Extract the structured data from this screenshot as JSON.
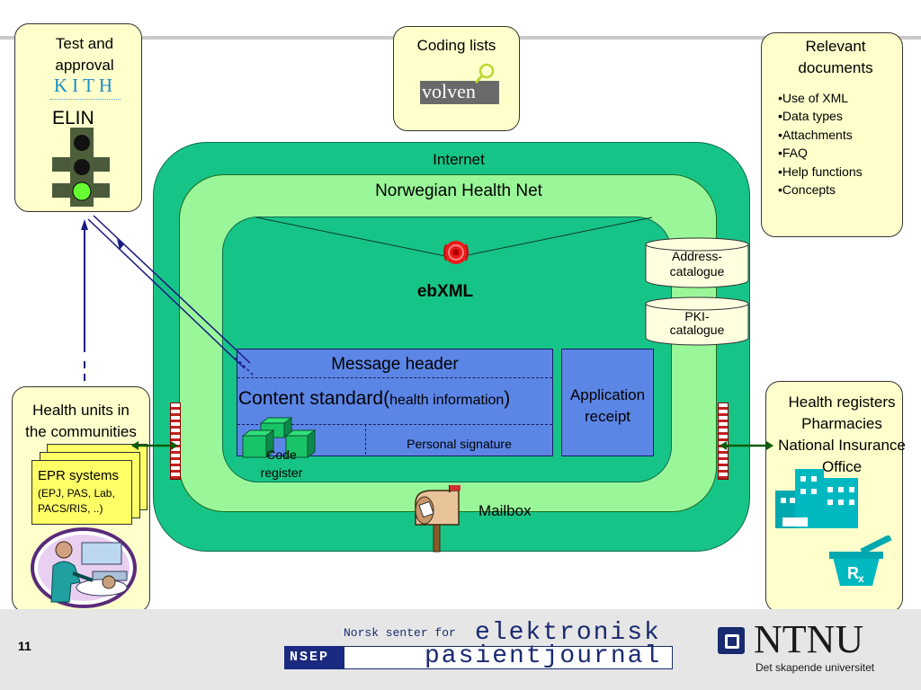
{
  "test_box": {
    "title": "Test and approval",
    "kith": "KITH",
    "elin": "ELIN"
  },
  "coding_box": {
    "title": "Coding lists",
    "logo_text": "volven"
  },
  "docs_box": {
    "title": "Relevant documents",
    "items": [
      "•Use of XML",
      "•Data types",
      "•Attachments",
      "•FAQ",
      "•Help functions",
      "•Concepts"
    ]
  },
  "network": {
    "internet": "Internet",
    "health_net": "Norwegian Health Net",
    "ebxml": "ebXML",
    "address_catalogue": [
      "Address-",
      "catalogue"
    ],
    "pki_catalogue": [
      "PKI-",
      "catalogue"
    ],
    "message_header": "Message header",
    "content_standard": "Content standard(",
    "health_information": "health information",
    "close_paren": ")",
    "personal_signature": "Personal signature",
    "code_register": [
      "Code",
      "register"
    ],
    "application_receipt": [
      "Application",
      "receipt"
    ],
    "mailbox": "Mailbox"
  },
  "left_box": {
    "title": [
      "Health units in",
      "the communities"
    ],
    "epr": [
      "EPR systems",
      "(EPJ, PAS, Lab,",
      "PACS/RIS, ..)"
    ]
  },
  "right_box": {
    "title": [
      "Health registers",
      "Pharmacies",
      "National Insurance",
      "Office"
    ]
  },
  "footer": {
    "page_number": "11",
    "nsep_small": "Norsk senter for",
    "nsep_big1": "elektronisk",
    "nsep_big2": "pasientjournal",
    "nsep": "NSEP",
    "ntnu": "NTNU",
    "ntnu_tagline": "Det skapende universitet"
  },
  "colors": {
    "internet_green": "#17c488",
    "health_net_green": "#99f799",
    "message_blue": "#5c86e6",
    "note_yellow": "#ffffcc",
    "traffic_light_green": "#66ff33"
  }
}
